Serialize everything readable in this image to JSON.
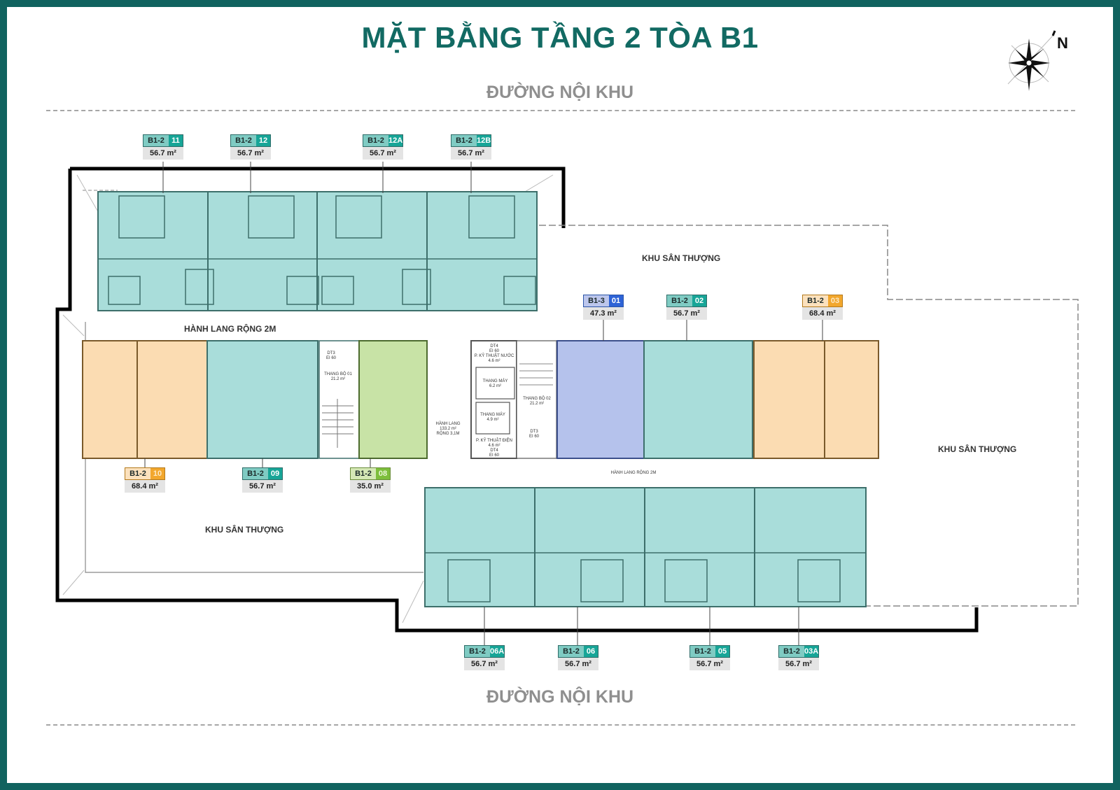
{
  "header": {
    "title": "MẶT BẰNG TẦNG 2 TÒA B1",
    "compass_label": "N"
  },
  "roads": {
    "top": "ĐƯỜNG NỘI KHU",
    "bottom": "ĐƯỜNG NỘI KHU"
  },
  "zones": {
    "terrace_top": "KHU SÂN THƯỢNG",
    "terrace_right": "KHU SÂN THƯỢNG",
    "terrace_left": "KHU SÂN THƯỢNG",
    "corridor_top": "HÀNH LANG RỘNG 2M",
    "corridor_bottom": "HÀNH LANG RỘNG 2M",
    "corridor_main": [
      "HÀNH LANG",
      "133.2 m²",
      "RỘNG 3,1M"
    ]
  },
  "core": {
    "stair1": [
      "DT3",
      "EI 60",
      "THANG BỘ 01",
      "21.2 m²"
    ],
    "stair2": [
      "THANG BỘ 02",
      "21.2 m²"
    ],
    "water_room": [
      "DT4",
      "EI 60",
      "P. KỸ THUẬT NƯỚC",
      "4.6 m²"
    ],
    "elevator1": [
      "THANG MÁY",
      "6.2 m²"
    ],
    "elevator2": [
      "THANG MÁY",
      "4.9 m²"
    ],
    "electric_room": [
      "P. KỸ THUẬT ĐIỆN",
      "4.6 m²",
      "DT4",
      "EI 60"
    ],
    "dt3_b": [
      "DT3",
      "EI 60"
    ]
  },
  "units": [
    {
      "code": "B1-2",
      "no": "11",
      "area": "56.7 m²",
      "type": "teal"
    },
    {
      "code": "B1-2",
      "no": "12",
      "area": "56.7 m²",
      "type": "teal"
    },
    {
      "code": "B1-2",
      "no": "12A",
      "area": "56.7 m²",
      "type": "teal"
    },
    {
      "code": "B1-2",
      "no": "12B",
      "area": "56.7 m²",
      "type": "teal"
    },
    {
      "code": "B1-3",
      "no": "01",
      "area": "47.3 m²",
      "type": "blue"
    },
    {
      "code": "B1-2",
      "no": "02",
      "area": "56.7 m²",
      "type": "teal"
    },
    {
      "code": "B1-2",
      "no": "03",
      "area": "68.4 m²",
      "type": "orange"
    },
    {
      "code": "B1-2",
      "no": "10",
      "area": "68.4 m²",
      "type": "orange"
    },
    {
      "code": "B1-2",
      "no": "09",
      "area": "56.7 m²",
      "type": "teal"
    },
    {
      "code": "B1-2",
      "no": "08",
      "area": "35.0 m²",
      "type": "green"
    },
    {
      "code": "B1-2",
      "no": "06A",
      "area": "56.7 m²",
      "type": "teal"
    },
    {
      "code": "B1-2",
      "no": "06",
      "area": "56.7 m²",
      "type": "teal"
    },
    {
      "code": "B1-2",
      "no": "05",
      "area": "56.7 m²",
      "type": "teal"
    },
    {
      "code": "B1-2",
      "no": "03A",
      "area": "56.7 m²",
      "type": "teal"
    }
  ],
  "colors": {
    "frame": "#11635f",
    "title": "#126a63",
    "unit_teal": "#a9ddda",
    "unit_orange": "#fbdcb2",
    "unit_green": "#c8e3a6",
    "unit_blue": "#b5c2ec",
    "wall": "#3d6f6b"
  }
}
